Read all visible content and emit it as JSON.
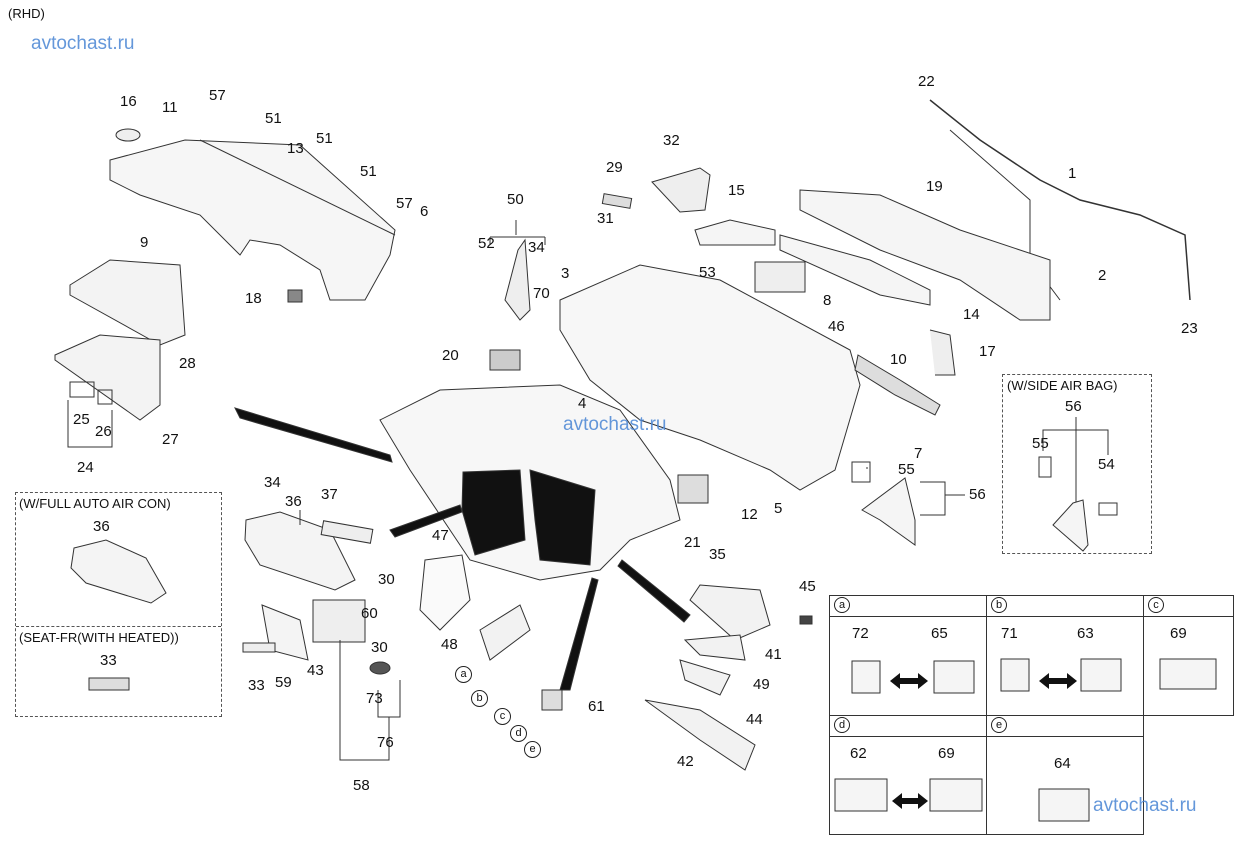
{
  "header": {
    "variant": "(RHD)",
    "watermark": "avtochast.ru"
  },
  "watermarks": [
    "avtochast.ru",
    "avtochast.ru",
    "avtochast.ru"
  ],
  "option_boxes": {
    "full_auto_aircon": {
      "title": "(W/FULL AUTO AIR CON)",
      "part": "36"
    },
    "seat_heated": {
      "title": "(SEAT-FR(WITH HEATED))",
      "part": "33"
    },
    "side_airbag": {
      "title": "(W/SIDE AIR BAG)",
      "parts": [
        "56",
        "55",
        "54"
      ]
    }
  },
  "part_labels": [
    "16",
    "11",
    "57",
    "51",
    "13",
    "51",
    "51",
    "57",
    "6",
    "9",
    "18",
    "28",
    "25",
    "26",
    "27",
    "24",
    "22",
    "1",
    "19",
    "2",
    "23",
    "32",
    "29",
    "31",
    "15",
    "50",
    "52",
    "34",
    "3",
    "70",
    "53",
    "8",
    "46",
    "14",
    "17",
    "20",
    "4",
    "10",
    "7",
    "55",
    "56",
    "12",
    "5",
    "21",
    "34",
    "36",
    "37",
    "30",
    "60",
    "30",
    "43",
    "59",
    "33",
    "73",
    "76",
    "58",
    "47",
    "48",
    "61",
    "35",
    "45",
    "41",
    "49",
    "44",
    "42"
  ],
  "callouts": [
    "a",
    "b",
    "c",
    "d",
    "e"
  ],
  "switch_table": {
    "cells": [
      {
        "key": "a",
        "parts": [
          "72",
          "65"
        ],
        "swap": true
      },
      {
        "key": "b",
        "parts": [
          "71",
          "63"
        ],
        "swap": true
      },
      {
        "key": "c",
        "parts": [
          "69"
        ],
        "swap": false
      },
      {
        "key": "d",
        "parts": [
          "62",
          "69"
        ],
        "swap": true
      },
      {
        "key": "e",
        "parts": [
          "64"
        ],
        "swap": false
      }
    ]
  }
}
